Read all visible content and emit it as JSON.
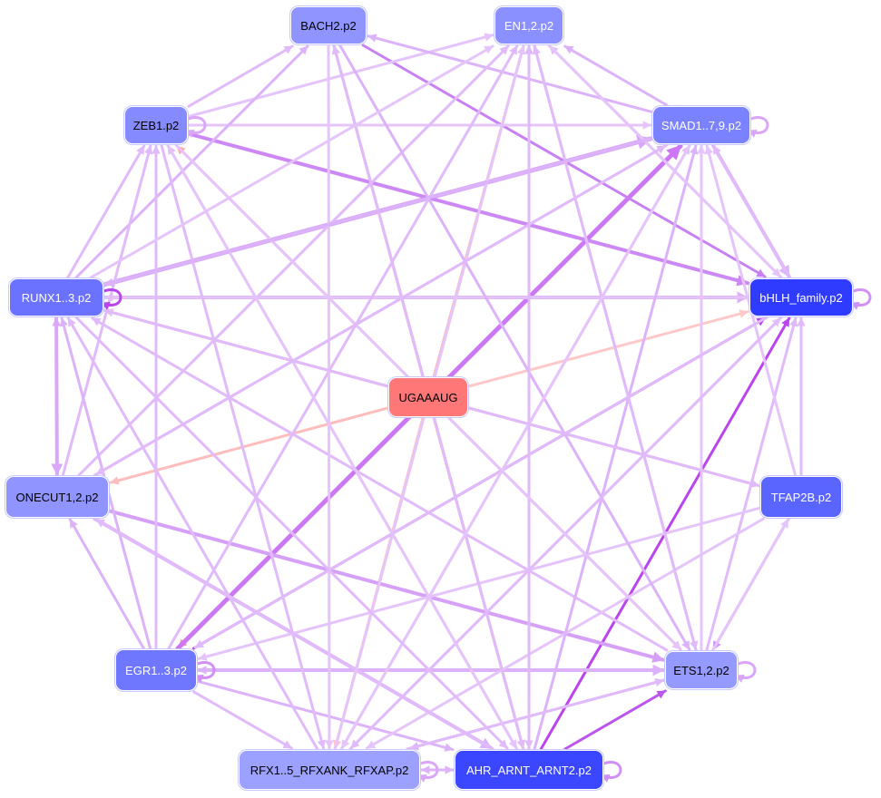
{
  "graph": {
    "nodes": [
      {
        "id": "UGAAAUG",
        "label": "UGAAAUG",
        "fill": "#ff7777",
        "text": "#000000"
      },
      {
        "id": "BACH2",
        "label": "BACH2.p2",
        "fill": "#8f94ff",
        "text": "#000000"
      },
      {
        "id": "EN12",
        "label": "EN1,2.p2",
        "fill": "#8a90ff",
        "text": "#ffffff"
      },
      {
        "id": "ZEB1",
        "label": "ZEB1.p2",
        "fill": "#858bff",
        "text": "#000000"
      },
      {
        "id": "SMAD",
        "label": "SMAD1..7,9.p2",
        "fill": "#7a82ff",
        "text": "#ffffff"
      },
      {
        "id": "RUNX",
        "label": "RUNX1..3.p2",
        "fill": "#6a72ff",
        "text": "#ffffff"
      },
      {
        "id": "BHLH",
        "label": "bHLH_family.p2",
        "fill": "#2f3cff",
        "text": "#ffffff"
      },
      {
        "id": "ONECUT",
        "label": "ONECUT1,2.p2",
        "fill": "#8f94ff",
        "text": "#000000"
      },
      {
        "id": "TFAP2B",
        "label": "TFAP2B.p2",
        "fill": "#5a64ff",
        "text": "#ffffff"
      },
      {
        "id": "EGR",
        "label": "EGR1..3.p2",
        "fill": "#7077ff",
        "text": "#ffffff"
      },
      {
        "id": "ETS",
        "label": "ETS1,2.p2",
        "fill": "#959aff",
        "text": "#000000"
      },
      {
        "id": "RFX",
        "label": "RFX1..5_RFXANK_RFXAP.p2",
        "fill": "#9ca0ff",
        "text": "#000000"
      },
      {
        "id": "AHR",
        "label": "AHR_ARNT_ARNT2.p2",
        "fill": "#3a46ff",
        "text": "#ffffff"
      }
    ],
    "edges": [
      {
        "from": "UGAAAUG",
        "to": "BACH2",
        "color": "#ffbaba",
        "weight": 3
      },
      {
        "from": "UGAAAUG",
        "to": "EN12",
        "color": "#ffbaba",
        "weight": 3
      },
      {
        "from": "UGAAAUG",
        "to": "ZEB1",
        "color": "#ffaaaa",
        "weight": 3
      },
      {
        "from": "UGAAAUG",
        "to": "SMAD",
        "color": "#ffc4c4",
        "weight": 3
      },
      {
        "from": "UGAAAUG",
        "to": "RUNX",
        "color": "#ffa8a8",
        "weight": 3
      },
      {
        "from": "UGAAAUG",
        "to": "BHLH",
        "color": "#ffc8c8",
        "weight": 3
      },
      {
        "from": "UGAAAUG",
        "to": "ONECUT",
        "color": "#ffbcbc",
        "weight": 3
      },
      {
        "from": "UGAAAUG",
        "to": "TFAP2B",
        "color": "#ffb8b8",
        "weight": 3
      },
      {
        "from": "UGAAAUG",
        "to": "EGR",
        "color": "#f09a9a",
        "weight": 3
      },
      {
        "from": "UGAAAUG",
        "to": "ETS",
        "color": "#ffa8a8",
        "weight": 3
      },
      {
        "from": "UGAAAUG",
        "to": "RFX",
        "color": "#ffc4c4",
        "weight": 3
      },
      {
        "from": "UGAAAUG",
        "to": "AHR",
        "color": "#ffb0b0",
        "weight": 3
      },
      {
        "from": "EGR",
        "to": "BHLH",
        "color": "#bb44ee",
        "weight": 3
      },
      {
        "from": "AHR",
        "to": "BHLH",
        "color": "#bb44ee",
        "weight": 3
      },
      {
        "from": "EGR",
        "to": "SMAD",
        "color": "#cc77f4",
        "weight": 5
      },
      {
        "from": "AHR",
        "to": "ETS",
        "color": "#bb55ee",
        "weight": 3
      },
      {
        "from": "RUNX",
        "to": "SMAD",
        "color": "#d9a6f9",
        "weight": 5
      },
      {
        "from": "ZEB1",
        "to": "BHLH",
        "color": "#cc88f4",
        "weight": 4
      },
      {
        "from": "RUNX",
        "to": "BHLH",
        "color": "#ddb0fa",
        "weight": 4
      },
      {
        "from": "RUNX",
        "to": "ONECUT",
        "color": "#d9a6f9",
        "weight": 4
      },
      {
        "from": "ONECUT",
        "to": "RUNX",
        "color": "#d9a6f9",
        "weight": 3
      },
      {
        "from": "ONECUT",
        "to": "ETS",
        "color": "#d6a0f8",
        "weight": 4
      },
      {
        "from": "EGR",
        "to": "ETS",
        "color": "#dcb0fa",
        "weight": 4
      },
      {
        "from": "BACH2",
        "to": "BHLH",
        "color": "#c880f4",
        "weight": 3
      },
      {
        "from": "SMAD",
        "to": "BHLH",
        "color": "#ddb4fa",
        "weight": 4
      },
      {
        "from": "ZEB1",
        "to": "SMAD",
        "color": "#e4c4fb",
        "weight": 3
      },
      {
        "from": "ZEB1",
        "to": "BACH2",
        "color": "#e0bafa",
        "weight": 3
      },
      {
        "from": "ZEB1",
        "to": "EN12",
        "color": "#e4c4fb",
        "weight": 3
      },
      {
        "from": "RUNX",
        "to": "ZEB1",
        "color": "#e0bafa",
        "weight": 3
      },
      {
        "from": "RUNX",
        "to": "BACH2",
        "color": "#dcb2fa",
        "weight": 3
      },
      {
        "from": "SMAD",
        "to": "BACH2",
        "color": "#dcb2fa",
        "weight": 3
      },
      {
        "from": "SMAD",
        "to": "EN12",
        "color": "#dcb2fa",
        "weight": 3
      },
      {
        "from": "BHLH",
        "to": "EN12",
        "color": "#e0bafa",
        "weight": 3
      },
      {
        "from": "BHLH",
        "to": "RUNX",
        "color": "#e4c4fb",
        "weight": 3
      },
      {
        "from": "ONECUT",
        "to": "ZEB1",
        "color": "#e0bafa",
        "weight": 3
      },
      {
        "from": "ONECUT",
        "to": "SMAD",
        "color": "#dcb2fa",
        "weight": 3
      },
      {
        "from": "ONECUT",
        "to": "EN12",
        "color": "#e0bafa",
        "weight": 3
      },
      {
        "from": "ONECUT",
        "to": "AHR",
        "color": "#dcb2fa",
        "weight": 4
      },
      {
        "from": "EGR",
        "to": "ZEB1",
        "color": "#e0bafa",
        "weight": 3
      },
      {
        "from": "EGR",
        "to": "RUNX",
        "color": "#dcb2fa",
        "weight": 3
      },
      {
        "from": "EGR",
        "to": "ONECUT",
        "color": "#dcb2fa",
        "weight": 3
      },
      {
        "from": "EGR",
        "to": "EN12",
        "color": "#e0bafa",
        "weight": 3
      },
      {
        "from": "EGR",
        "to": "RFX",
        "color": "#e0bafa",
        "weight": 3
      },
      {
        "from": "EGR",
        "to": "AHR",
        "color": "#dcb2fa",
        "weight": 3
      },
      {
        "from": "ETS",
        "to": "EGR",
        "color": "#dcb2fa",
        "weight": 3
      },
      {
        "from": "ETS",
        "to": "RUNX",
        "color": "#e0bafa",
        "weight": 3
      },
      {
        "from": "ETS",
        "to": "SMAD",
        "color": "#e4c4fb",
        "weight": 3
      },
      {
        "from": "ETS",
        "to": "EN12",
        "color": "#e0bafa",
        "weight": 3
      },
      {
        "from": "ETS",
        "to": "BHLH",
        "color": "#e0bafa",
        "weight": 3
      },
      {
        "from": "ETS",
        "to": "RFX",
        "color": "#dcb2fa",
        "weight": 3
      },
      {
        "from": "TFAP2B",
        "to": "ETS",
        "color": "#d090f6",
        "weight": 3
      },
      {
        "from": "TFAP2B",
        "to": "BHLH",
        "color": "#e0bafa",
        "weight": 3
      },
      {
        "from": "TFAP2B",
        "to": "SMAD",
        "color": "#e4c4fb",
        "weight": 3
      },
      {
        "from": "TFAP2B",
        "to": "RFX",
        "color": "#e4c4fb",
        "weight": 3
      },
      {
        "from": "TFAP2B",
        "to": "EGR",
        "color": "#e4c4fb",
        "weight": 3
      },
      {
        "from": "TFAP2B",
        "to": "RUNX",
        "color": "#e4c4fb",
        "weight": 3
      },
      {
        "from": "AHR",
        "to": "ZEB1",
        "color": "#e0bafa",
        "weight": 3
      },
      {
        "from": "AHR",
        "to": "EN12",
        "color": "#dcb2fa",
        "weight": 3
      },
      {
        "from": "AHR",
        "to": "SMAD",
        "color": "#dcb2fa",
        "weight": 3
      },
      {
        "from": "AHR",
        "to": "ONECUT",
        "color": "#e0bafa",
        "weight": 3
      },
      {
        "from": "AHR",
        "to": "BACH2",
        "color": "#e0bafa",
        "weight": 3
      },
      {
        "from": "AHR",
        "to": "RFX",
        "color": "#dcb2fa",
        "weight": 3
      },
      {
        "from": "RFX",
        "to": "AHR",
        "color": "#dcb2fa",
        "weight": 3
      },
      {
        "from": "RFX",
        "to": "SMAD",
        "color": "#e0bafa",
        "weight": 3
      },
      {
        "from": "RFX",
        "to": "RUNX",
        "color": "#e0bafa",
        "weight": 3
      },
      {
        "from": "RFX",
        "to": "EN12",
        "color": "#e4c4fb",
        "weight": 3
      },
      {
        "from": "RFX",
        "to": "BHLH",
        "color": "#e4c4fb",
        "weight": 3
      },
      {
        "from": "RFX",
        "to": "ETS",
        "color": "#e0bafa",
        "weight": 3
      },
      {
        "from": "BHLH",
        "to": "RFX",
        "color": "#e0bafa",
        "weight": 3
      },
      {
        "from": "BHLH",
        "to": "EGR",
        "color": "#e0bafa",
        "weight": 3
      },
      {
        "from": "BACH2",
        "to": "AHR",
        "color": "#e0bafa",
        "weight": 3
      },
      {
        "from": "BACH2",
        "to": "ETS",
        "color": "#dcb2fa",
        "weight": 3
      },
      {
        "from": "BACH2",
        "to": "RFX",
        "color": "#e4c4fb",
        "weight": 3
      },
      {
        "from": "EN12",
        "to": "ETS",
        "color": "#e0bafa",
        "weight": 3
      },
      {
        "from": "EN12",
        "to": "BHLH",
        "color": "#e4c4fb",
        "weight": 3
      },
      {
        "from": "EN12",
        "to": "AHR",
        "color": "#e0bafa",
        "weight": 3
      },
      {
        "from": "ZEB1",
        "to": "RFX",
        "color": "#e0bafa",
        "weight": 3
      },
      {
        "from": "ZEB1",
        "to": "AHR",
        "color": "#e4c4fb",
        "weight": 3
      },
      {
        "from": "ZEB1",
        "to": "ETS",
        "color": "#e4c4fb",
        "weight": 3
      },
      {
        "from": "SMAD",
        "to": "RFX",
        "color": "#e4c4fb",
        "weight": 3
      },
      {
        "from": "SMAD",
        "to": "ONECUT",
        "color": "#e0bafa",
        "weight": 3
      },
      {
        "from": "SMAD",
        "to": "RUNX",
        "color": "#dcb2fa",
        "weight": 3
      },
      {
        "from": "RUNX",
        "to": "EN12",
        "color": "#e4c4fb",
        "weight": 3
      },
      {
        "from": "RUNX",
        "to": "TFAP2B",
        "color": "#e0bafa",
        "weight": 3
      },
      {
        "from": "RUNX",
        "to": "AHR",
        "color": "#e0bafa",
        "weight": 3
      },
      {
        "from": "BHLH",
        "to": "SMAD",
        "color": "#e0bafa",
        "weight": 3
      },
      {
        "from": "ETS",
        "to": "TFAP2B",
        "color": "#e4c4fb",
        "weight": 3
      }
    ],
    "self_loops": [
      {
        "node": "ZEB1",
        "color": "#d9a6f9"
      },
      {
        "node": "SMAD",
        "color": "#d9a6f9"
      },
      {
        "node": "RUNX",
        "color": "#bb44ee"
      },
      {
        "node": "BHLH",
        "color": "#d090f6"
      },
      {
        "node": "EGR",
        "color": "#d090f6"
      },
      {
        "node": "ETS",
        "color": "#d9a6f9"
      },
      {
        "node": "RFX",
        "color": "#d9a6f9"
      },
      {
        "node": "AHR",
        "color": "#d090f6"
      }
    ]
  }
}
